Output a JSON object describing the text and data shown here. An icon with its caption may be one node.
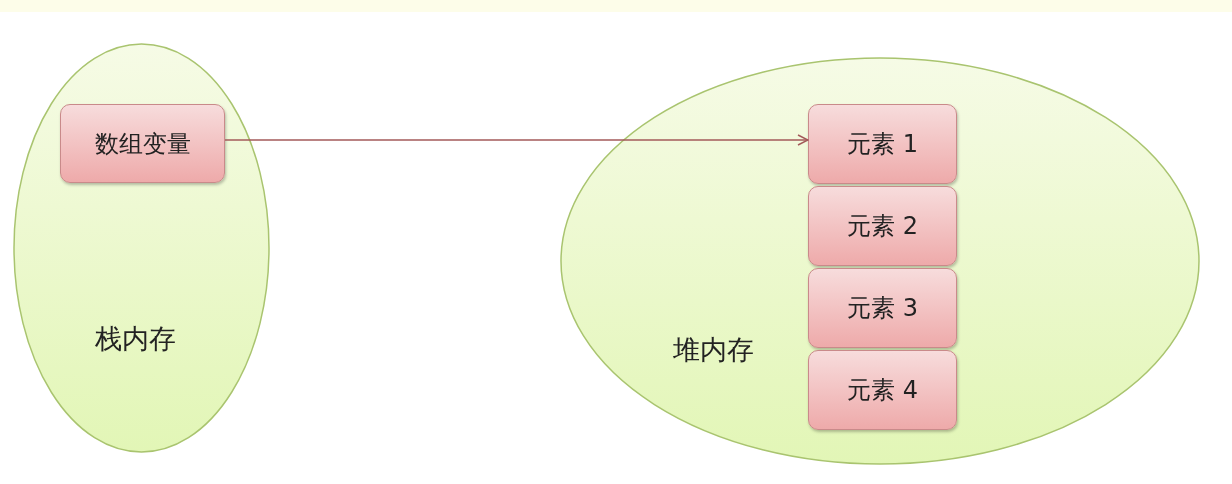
{
  "diagram": {
    "nodes": [
      {
        "text": [
          "栈内存"
        ]
      },
      {
        "text": [
          "数组变量"
        ],
        "in": 0
      },
      {
        "text": [
          "堆内存"
        ]
      },
      {
        "text": [
          "元素 1"
        ],
        "in": 2
      },
      {
        "text": [
          "元素 2"
        ],
        "in": 2
      },
      {
        "text": [
          "元素 3"
        ],
        "in": 2
      },
      {
        "text": [
          "元素 4"
        ],
        "in": 2
      }
    ],
    "edges": [
      {
        "from": 1,
        "to": 3,
        "arrow": "to"
      }
    ]
  }
}
